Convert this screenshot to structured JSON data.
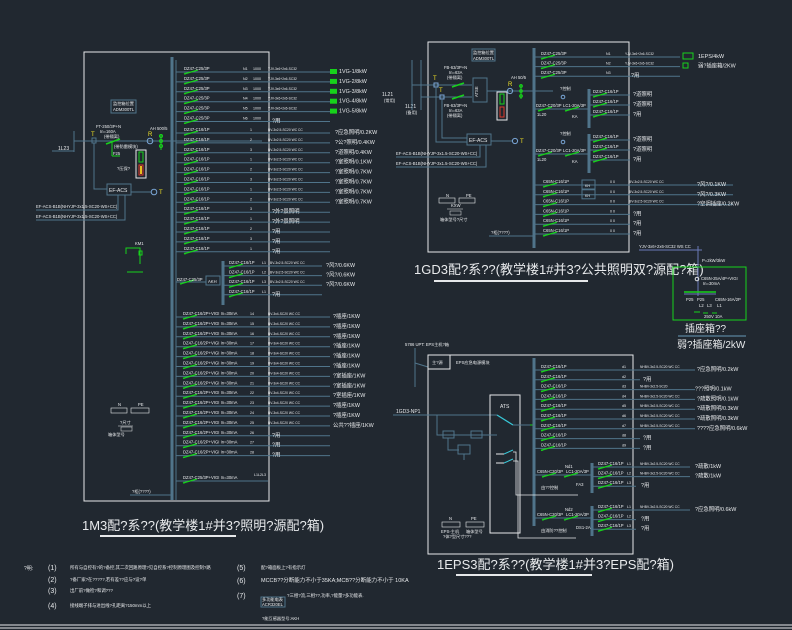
{
  "panel_1m": {
    "title": "1M3配?系??(教学楼1#并3?照明?源配?箱)",
    "incoming": "1L23",
    "main_breaker": "FT-250/3P+N",
    "main_rating": "In=160A",
    "main_note": "(带隔离)",
    "spd_label": "(带防雷模块)",
    "spd_sub": "F25",
    "meter_label": "AH 500/5",
    "atse_label": "EF-ACS",
    "fire_lines": [
      "EF-ACS-B1B(NHYJP-3x1.5-SC20-WS+CC)",
      "EF-ACS-B1B(NHYJP-3x1.5-SC20-WS+CC)"
    ],
    "device_tag": [
      "监控箱位置",
      "ADM300TL"
    ],
    "terminal_N": "N",
    "terminal_PE": "PE",
    "cabinet_note": "箱体型号",
    "footer": "?柜(????)",
    "akh_label": "AKH",
    "circuits_c25": [
      {
        "breaker": "DZ47-C25/3P",
        "phase": "N1",
        "no": "1000",
        "cable": "YJV-3x6+2x6-SC32",
        "load": "1VG-1/8kW"
      },
      {
        "breaker": "DZ47-C25/3P",
        "phase": "N2",
        "no": "1000",
        "cable": "YJV-3x6+2x6-SC32",
        "load": "1VG-2/8kW"
      },
      {
        "breaker": "DZ47-C25/3P",
        "phase": "N3",
        "no": "1000",
        "cable": "YJV-3x6+2x6-SC32",
        "load": "1VG-3/8kW"
      },
      {
        "breaker": "DZ47-C25/3P",
        "phase": "N4",
        "no": "1000",
        "cable": "YJV-3x6+2x6-SC32",
        "load": "1VG-4/8kW"
      },
      {
        "breaker": "DZ47-C25/3P",
        "phase": "N5",
        "no": "1000",
        "cable": "YJV-3x6+2x6-SC32",
        "load": "1VG-5/8kW"
      },
      {
        "breaker": "DZ47-C25/3P",
        "phase": "N6",
        "no": "1000",
        "cable": "",
        "load": "?用"
      }
    ],
    "circuits_c16": [
      {
        "breaker": "DZ47-C16/1P",
        "phase": "L1",
        "no": "1",
        "cable": "BV-3x2.5-SC20 WC CC",
        "load": "?应急照明/0.2KW"
      },
      {
        "breaker": "DZ47-C16/1P",
        "phase": "L2",
        "no": "2",
        "cable": "BV-3x2.5-SC20 WC CC",
        "load": "?公?照明/0.4KW"
      },
      {
        "breaker": "DZ47-C16/1P",
        "phase": "L3",
        "no": "3",
        "cable": "BV-3x2.5-SC20 WC CC",
        "load": "?道照明/0.4KW"
      },
      {
        "breaker": "DZ47-C16/1P",
        "phase": "L1",
        "no": "4",
        "cable": "BV-3x2.5-SC20 WC CC",
        "load": "?室照明/0.1KW"
      },
      {
        "breaker": "DZ47-C16/1P",
        "phase": "L2",
        "no": "5",
        "cable": "BV-3x2.5-SC20 WC CC",
        "load": "?室照明/0.7KW"
      },
      {
        "breaker": "DZ47-C16/1P",
        "phase": "L3",
        "no": "6",
        "cable": "BV-3x2.5-SC20 WC CC",
        "load": "?室照明/0.7KW"
      },
      {
        "breaker": "DZ47-C16/1P",
        "phase": "L1",
        "no": "7",
        "cable": "BV-3x2.5-SC20 WC CC",
        "load": "?室照明/0.7KW"
      },
      {
        "breaker": "DZ47-C16/1P",
        "phase": "L2",
        "no": "8",
        "cable": "BV-3x2.5-SC20 WC CC",
        "load": "?室照明/0.7KW"
      },
      {
        "breaker": "DZ47-C16/1P",
        "phase": "L3",
        "no": "9",
        "cable": "",
        "load": "?外?景照明"
      },
      {
        "breaker": "DZ47-C16/1P",
        "phase": "L1",
        "no": "10",
        "cable": "",
        "load": "?外?景照明"
      },
      {
        "breaker": "DZ47-C16/1P",
        "phase": "L2",
        "no": "11",
        "cable": "",
        "load": "?用"
      },
      {
        "breaker": "DZ47-C16/1P",
        "phase": "L3",
        "no": "12",
        "cable": "",
        "load": "?用"
      },
      {
        "breaker": "DZ47-C16/1P",
        "phase": "L1",
        "no": "13",
        "cable": "",
        "load": "?用"
      }
    ],
    "akh_feeder": "DZ47-C25/3P",
    "akh_circuits": [
      {
        "breaker": "DZ47-C16/1P",
        "no": "L1",
        "cable": "BV-3x2.5-SC20 WC CC",
        "load": "?风?/0.6KW"
      },
      {
        "breaker": "DZ47-C16/1P",
        "no": "L2",
        "cable": "BV-3x2.5-SC20 WC CC",
        "load": "?风?/0.6KW"
      },
      {
        "breaker": "DZ47-C16/1P",
        "no": "L3",
        "cable": "BV-3x2.5-SC20 WC CC",
        "load": "?风?/0.6KW"
      },
      {
        "breaker": "DZ47-C16/1P",
        "no": "L1",
        "cable": "",
        "load": "?用"
      }
    ],
    "circuits_rcd": [
      {
        "breaker": "DZ47-C16/2P+VIGI In=30mA",
        "no": "14",
        "cable": "BV-3x4-SC20 WC CC",
        "load": "?插座/1KW"
      },
      {
        "breaker": "DZ47-C16/2P+VIGI In=30mA",
        "no": "15",
        "cable": "BV-3x4-SC20 WC CC",
        "load": "?插座/1KW"
      },
      {
        "breaker": "DZ47-C16/2P+VIGI In=30mA",
        "no": "16",
        "cable": "BV-3x4-SC20 WC CC",
        "load": "?插座/1KW"
      },
      {
        "breaker": "DZ47-C16/2P+VIGI In=30mA",
        "no": "17",
        "cable": "BV-3x4-SC20 WC CC",
        "load": "?插座/1KW"
      },
      {
        "breaker": "DZ47-C16/2P+VIGI In=30mA",
        "no": "18",
        "cable": "BV-3x4-SC20 WC CC",
        "load": "?插座/1KW"
      },
      {
        "breaker": "DZ47-C16/2P+VIGI In=30mA",
        "no": "19",
        "cable": "BV-3x4-SC20 WC CC",
        "load": "?插座/1KW"
      },
      {
        "breaker": "DZ47-C16/2P+VIGI In=30mA",
        "no": "20",
        "cable": "BV-3x4-SC20 WC CC",
        "load": "?室插座/1KW"
      },
      {
        "breaker": "DZ47-C16/2P+VIGI In=30mA",
        "no": "21",
        "cable": "BV-3x4-SC20 WC CC",
        "load": "?室插座/1KW"
      },
      {
        "breaker": "DZ47-C16/2P+VIGI In=30mA",
        "no": "22",
        "cable": "BV-3x4-SC20 WC CC",
        "load": "?室插座/1KW"
      },
      {
        "breaker": "DZ47-C16/2P+VIGI In=30mA",
        "no": "23",
        "cable": "BV-3x4-SC20 WC CC",
        "load": "?插座/1KW"
      },
      {
        "breaker": "DZ47-C16/2P+VIGI In=30mA",
        "no": "24",
        "cable": "BV-3x4-SC20 WC CC",
        "load": "?插座/1KW"
      },
      {
        "breaker": "DZ47-C16/2P+VIGI In=30mA",
        "no": "25",
        "cable": "BV-3x4-SC20 WC CC",
        "load": "公共??插座/1KW"
      },
      {
        "breaker": "DZ47-C16/2P+VIGI In=30mA",
        "no": "26",
        "cable": "",
        "load": "?用"
      },
      {
        "breaker": "DZ47-C16/2P+VIGI In=30mA",
        "no": "27",
        "cable": "",
        "load": "?用"
      },
      {
        "breaker": "DZ47-C16/2P+VIGI In=30mA",
        "no": "28",
        "cable": "",
        "load": "?用"
      }
    ],
    "last_circuit": {
      "breaker": "DZ47-C25/3P+VIGI In=30mA",
      "tag": "L1L2L3"
    }
  },
  "panel_1gd": {
    "title": "1GD3配?系??(教学楼1#并3?公共照明双?源配?箱)",
    "incoming_1": [
      "1L21",
      "(常用)"
    ],
    "incoming_2": [
      "1L21",
      "(备用)"
    ],
    "main_breaker_1": [
      "FB-63/3P+N",
      "In=63A",
      "(带隔离)"
    ],
    "main_breaker_2": [
      "FB-63/3P+N",
      "In=63A",
      "(带隔离)"
    ],
    "device_tag": [
      "监控箱位置",
      "ADM300TL"
    ],
    "ats_label": "ATSE",
    "meter_label": "AH 50/5",
    "atse_label": "EF-ACS",
    "fire_lines": [
      "EF-ACS-B1B(NHYJP-3x1.5-SC20-WS+CC)",
      "EF-ACS-B1B(NHYJP-3x1.5-SC20-WS+CC)"
    ],
    "circuits_top": [
      {
        "breaker": "DZ47-C25/3P",
        "no": "N1",
        "cable": "YJV-3x6+2x6-SC32",
        "load": "1EPS/4kW"
      },
      {
        "breaker": "DZ47-C25/3P",
        "no": "N2",
        "cable": "YJV-3x6+2x6-SC32",
        "load": "弱?插座箱/2KW"
      },
      {
        "breaker": "DZ47-C25/3P",
        "no": "N3",
        "cable": "",
        "load": "?用"
      }
    ],
    "sub_groups": [
      {
        "feeder": "DZ47-C20/3P",
        "contactor": "LC1-20A/3P",
        "tag": "1L20",
        "relay": "KA",
        "ctrl": "?控制",
        "branches": [
          {
            "breaker": "DZ47-C16/1P",
            "load": "?道照明"
          },
          {
            "breaker": "DZ47-C16/1P",
            "load": "?道照明"
          },
          {
            "breaker": "DZ47-C16/1P",
            "load": "?用"
          }
        ]
      },
      {
        "feeder": "DZ47-C20/3P",
        "contactor": "LC1-20A/3P",
        "tag": "1L20",
        "relay": "KA",
        "ctrl": "?控制",
        "branches": [
          {
            "breaker": "DZ47-C16/1P",
            "load": "?道照明"
          },
          {
            "breaker": "DZ47-C16/1P",
            "load": "?道照明"
          },
          {
            "breaker": "DZ47-C16/1P",
            "load": "?用"
          }
        ]
      }
    ],
    "circuits_bottom": [
      {
        "breaker": "C65N-C16/1P",
        "box": "KH",
        "cable": "BV-3x2.5-SC20 WC CC",
        "load": "?风?/0.1KW"
      },
      {
        "breaker": "C65N-C16/1P",
        "box": "KH",
        "cable": "BV-3x2.5-SC20 WC CC",
        "load": "?风?/0.3KW"
      },
      {
        "breaker": "C65N-C16/1P",
        "box": "",
        "cable": "BV-3x2.5-SC20 WC CC",
        "load": "?空调插座/0.2KW"
      },
      {
        "breaker": "C65N-C16/1P",
        "box": "",
        "cable": "",
        "load": "?用"
      },
      {
        "breaker": "C65N-C16/1P",
        "box": "",
        "cable": "",
        "load": "?用"
      },
      {
        "breaker": "C65N-C16/1P",
        "box": "",
        "cable": "",
        "load": "?用"
      }
    ],
    "terminal_N": "N",
    "terminal_PE": "PE",
    "cabinet_note": "KXW",
    "footer": "?柜(????)"
  },
  "socket_box": {
    "feed_cable": "YJV-3x6+2x6-SC32 WS CC",
    "rating": "P=2kW/3kW",
    "breaker": "C65N-25A/4P+VIGI",
    "breaker_sub": "In=30mA",
    "outputs": [
      "P25",
      "P25"
    ],
    "branch": "C65N-16A/2P",
    "phases": [
      "L2",
      "L3",
      "L1"
    ],
    "socket_note": "250V 10A",
    "title": "插座箱??",
    "subtitle": "弱?插座箱/2kW"
  },
  "panel_eps": {
    "title": "1EPS3配?系??(教学楼1#并3?EPS配?箱)",
    "top_note": "5786 UPT: EPS主机?箱",
    "inner_box": "主?源",
    "inner_label": "EPS应急电源模块",
    "incoming": "1GD3-NP1",
    "ats_label": "ATS",
    "circuits": [
      {
        "breaker": "DZ47-C16/1P",
        "no": "d1",
        "cable": "NHBV-3x2.5-SC20 WC CC",
        "load": "?应急照明/0.2kW"
      },
      {
        "breaker": "DZ47-C16/1P",
        "no": "d2",
        "cable": "",
        "load": "?用"
      },
      {
        "breaker": "DZ47-C16/1P",
        "no": "d3",
        "cable": "NHBV-3x2.5-SC20",
        "load": "???照明/0.1kW"
      },
      {
        "breaker": "DZ47-C16/1P",
        "no": "d4",
        "cable": "NHBV-3x2.5-SC20 WC CC",
        "load": "?疏散照明/0.1kW"
      },
      {
        "breaker": "DZ47-C16/1P",
        "no": "d5",
        "cable": "NHBV-3x2.5-SC20 WC CC",
        "load": "?疏散照明/0.3kW"
      },
      {
        "breaker": "DZ47-C16/1P",
        "no": "d6",
        "cable": "NHBV-3x2.5-SC20 WC CC",
        "load": "?疏散照明/0.3kW"
      },
      {
        "breaker": "DZ47-C16/1P",
        "no": "d7",
        "cable": "NHBV-3x2.5-SC20 WC CC",
        "load": "????应急照明/0.6kW"
      },
      {
        "breaker": "DZ47-C16/1P",
        "no": "d8",
        "cable": "",
        "load": "?用"
      },
      {
        "breaker": "DZ47-C16/1P",
        "no": "d9",
        "cable": "",
        "load": "?用"
      }
    ],
    "sub_groups": [
      {
        "tag": "Nd1",
        "feeder": "C65N-C20/3P",
        "contactor": "LC1-20A/3P",
        "relay": "FA3",
        "ctrl": "由??控制",
        "branches": [
          {
            "breaker": "DZ47-C16/1P",
            "cable": "NHBV-3x2.5-SC20 WC CC",
            "load": "?疏散/1kW"
          },
          {
            "breaker": "DZ47-C16/1P",
            "cable": "NHBV-3x2.5-SC20 WC CC",
            "load": "?疏散/1kW"
          },
          {
            "breaker": "DZ47-C16/1P",
            "cable": "",
            "load": "?用"
          }
        ]
      },
      {
        "tag": "Nd2",
        "feeder": "C65N-C20/3P",
        "contactor": "LC1-20A/3P",
        "relay": "DS1-2A",
        "ctrl": "由消防??控制",
        "branches": [
          {
            "breaker": "DZ47-C16/1P",
            "cable": "NHBV-3x2.5-SC20 WC CC",
            "load": "?应急照明/0.6kW"
          },
          {
            "breaker": "DZ47-C16/1P",
            "cable": "",
            "load": "?用"
          },
          {
            "breaker": "DZ47-C16/1P",
            "cable": "",
            "load": "?用"
          }
        ]
      }
    ],
    "terminal_N": "N",
    "terminal_PE": "PE",
    "cabinet_note": [
      "EPS-主机",
      "箱体型号",
      "?体?型尺寸???"
    ]
  },
  "notes": {
    "heading": "?明:",
    "items": [
      {
        "num": "(1)",
        "text": "所有与自控有?的?备控,其二次回路原理?见自控系?控制原理图及控制?路"
      },
      {
        "num": "(2)",
        "text": "?备厂家?在?????,若有差??应与?设?单"
      },
      {
        "num": "(3)",
        "text": "出厂前?做检?和调???"
      },
      {
        "num": "(4)",
        "text": "接线端子排与进出线?孔距离?150mm以上"
      },
      {
        "num": "(5)",
        "text": "配?箱面板上?有指示灯"
      },
      {
        "num": "(6)",
        "text": "MCCB??分断能力不小于35KA;MCB??分断能力不小于 10KA"
      },
      {
        "num": "(7)",
        "text": "?三相?流,三相??,功率,?能量?多功能表."
      }
    ],
    "item7_tag": [
      "多功能电表",
      "ACR320EL"
    ],
    "extra": "?能互感器型号:AKH"
  }
}
